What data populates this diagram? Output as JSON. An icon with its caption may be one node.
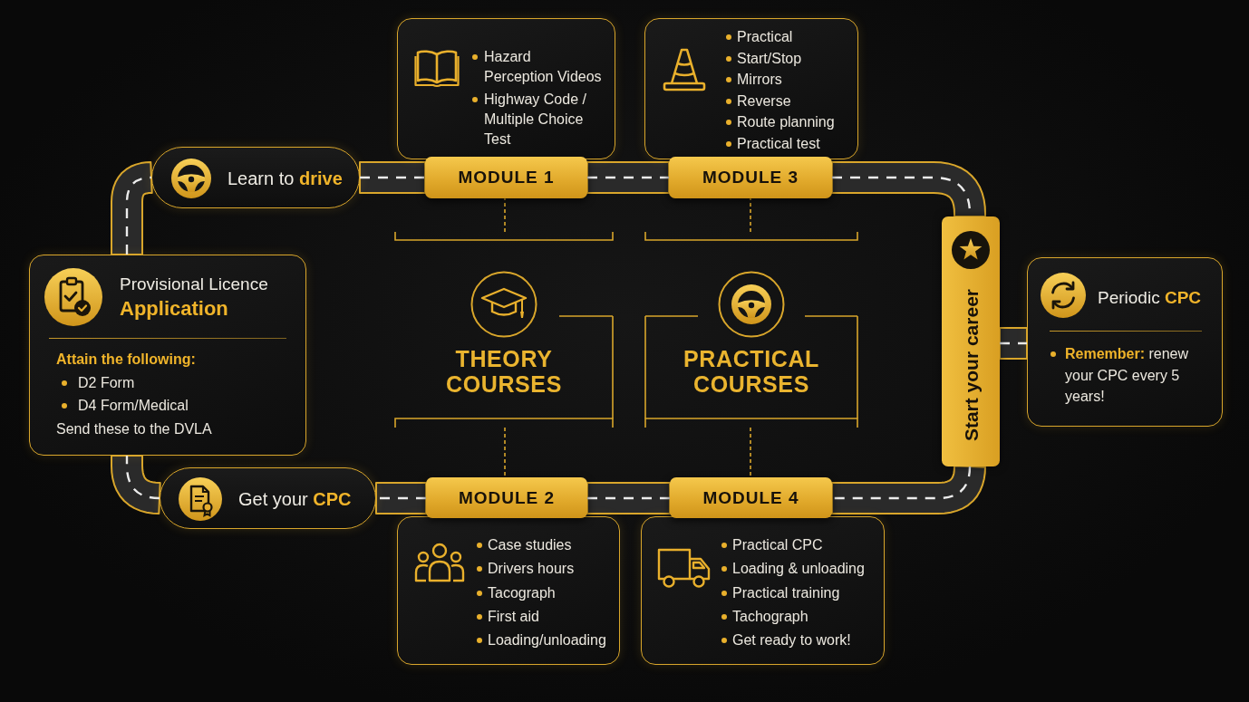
{
  "diagram": {
    "nodes": [
      {
        "text": [
          "Learn to **drive**"
        ]
      },
      {
        "text": [
          "Hazard Perception Videos",
          "Highway Code / Multiple Choice Test"
        ]
      },
      {
        "text": [
          "MODULE 1"
        ]
      },
      {
        "text": [
          "Practical",
          "Start/Stop",
          "Mirrors",
          "Reverse",
          "Route planning",
          "Practical test"
        ]
      },
      {
        "text": [
          "MODULE 3"
        ]
      },
      {
        "text": [
          "Provisional Licence **Application**",
          "Attain the following:",
          "D2 Form",
          "D4 Form/Medical",
          "Send these to the DVLA"
        ]
      },
      {
        "text": [
          "THEORY COURSES"
        ]
      },
      {
        "text": [
          "PRACTICAL COURSES"
        ]
      },
      {
        "text": [
          "Start your career"
        ]
      },
      {
        "text": [
          "Periodic **CPC**",
          "**Remember:** renew your CPC every 5 years!"
        ]
      },
      {
        "text": [
          "Get your **CPC**"
        ]
      },
      {
        "text": [
          "MODULE 2"
        ]
      },
      {
        "text": [
          "Case studies",
          "Drivers hours",
          "Tacograph",
          "First aid",
          "Loading/unloading"
        ]
      },
      {
        "text": [
          "MODULE 4"
        ]
      },
      {
        "text": [
          "Practical CPC",
          "Loading & unloading",
          "Practical training",
          "Tachograph",
          "Get ready to work!"
        ]
      }
    ],
    "edges": [
      {
        "from": 5,
        "to": 0,
        "arrow": "none",
        "style": "dashed"
      },
      {
        "from": 0,
        "to": 2,
        "arrow": "none",
        "style": "dashed"
      },
      {
        "from": 2,
        "to": 4,
        "arrow": "none",
        "style": "dashed"
      },
      {
        "from": 4,
        "to": 8,
        "arrow": "none",
        "style": "dashed"
      },
      {
        "from": 8,
        "to": 13,
        "arrow": "none",
        "style": "dashed"
      },
      {
        "from": 13,
        "to": 11,
        "arrow": "none",
        "style": "dashed"
      },
      {
        "from": 11,
        "to": 10,
        "arrow": "none",
        "style": "dashed"
      },
      {
        "from": 10,
        "to": 5,
        "arrow": "none",
        "style": "dashed"
      },
      {
        "from": 8,
        "to": 9,
        "arrow": "none",
        "style": "dashed"
      },
      {
        "from": 6,
        "to": 2,
        "arrow": "none",
        "style": "dashed",
        "color": "#d9a62b"
      },
      {
        "from": 6,
        "to": 11,
        "arrow": "none",
        "style": "dashed",
        "color": "#d9a62b"
      },
      {
        "from": 7,
        "to": 4,
        "arrow": "none",
        "style": "dashed",
        "color": "#d9a62b"
      },
      {
        "from": 7,
        "to": 13,
        "arrow": "none",
        "style": "dashed",
        "color": "#d9a62b"
      }
    ]
  }
}
